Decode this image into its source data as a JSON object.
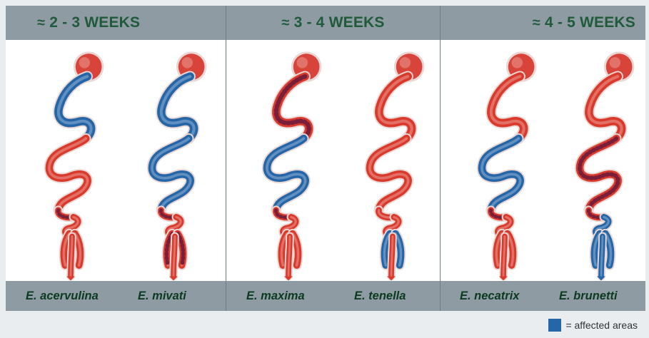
{
  "panels": [
    {
      "header": "2 - 3 WEEKS",
      "approx_symbol": "≈",
      "species": [
        "E. acervulina",
        "E. mivati"
      ]
    },
    {
      "header": "3 - 4 WEEKS",
      "approx_symbol": "≈",
      "species": [
        "E. maxima",
        "E. tenella"
      ]
    },
    {
      "header": "4 - 5 WEEKS",
      "approx_symbol": "≈",
      "species": [
        "E. necatrix",
        "E. brunetti"
      ]
    }
  ],
  "guts": [
    {
      "species": "E. acervulina",
      "affected": [
        "duodenum"
      ],
      "lesions": [
        "jejunum"
      ]
    },
    {
      "species": "E. mivati",
      "affected": [
        "duodenum",
        "upper_loop"
      ],
      "lesions": [
        "jejunum",
        "ceca"
      ]
    },
    {
      "species": "E. maxima",
      "affected": [
        "upper_loop"
      ],
      "lesions": [
        "duodenum",
        "jejunum"
      ]
    },
    {
      "species": "E. tenella",
      "affected": [
        "ceca"
      ],
      "lesions": []
    },
    {
      "species": "E. necatrix",
      "affected": [
        "upper_loop"
      ],
      "lesions": [
        "jejunum"
      ]
    },
    {
      "species": "E. brunetti",
      "affected": [
        "lower_gut",
        "ceca"
      ],
      "lesions": [
        "jejunum",
        "upper_loop"
      ]
    }
  ],
  "colors": {
    "affected": "#2566a8",
    "healthy": "#d93a2c",
    "header_bg": "#8f9ba3",
    "header_text": "#1f5a3a"
  },
  "legend": {
    "label": "= affected areas"
  }
}
